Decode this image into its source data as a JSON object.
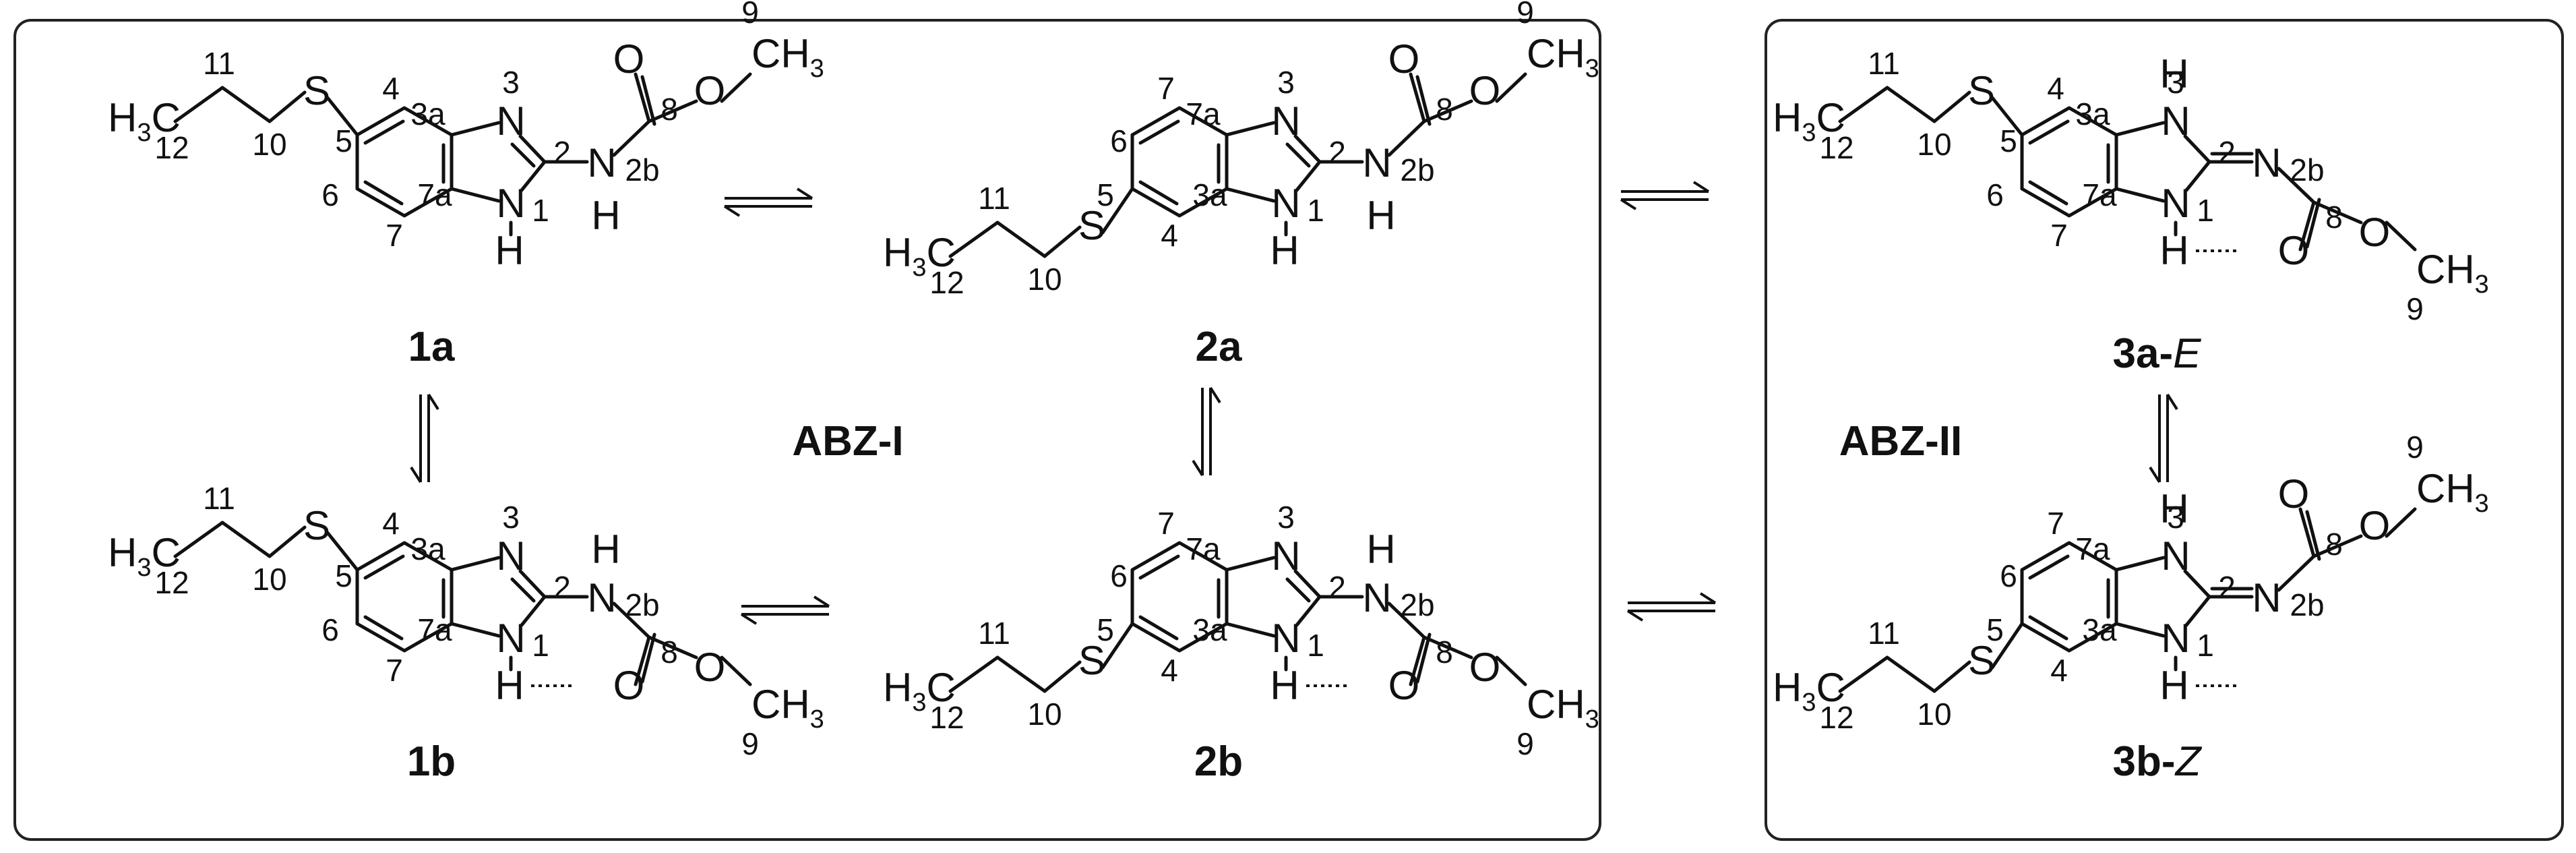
{
  "groups": {
    "left": "ABZ-I",
    "right": "ABZ-II"
  },
  "compounds": {
    "c1a": {
      "bold": "1a",
      "suffix": ""
    },
    "c2a": {
      "bold": "2a",
      "suffix": ""
    },
    "c1b": {
      "bold": "1b",
      "suffix": ""
    },
    "c2b": {
      "bold": "2b",
      "suffix": ""
    },
    "c3a": {
      "bold": "3a",
      "suffix": "-E"
    },
    "c3b": {
      "bold": "3b",
      "suffix": "-Z"
    }
  },
  "atoms": {
    "S": "S",
    "N": "N",
    "O": "O",
    "H": "H",
    "C": "C",
    "H3": "H",
    "CH3": "CH",
    "three": "3"
  },
  "locants": {
    "n1": "1",
    "n2": "2",
    "n3": "3",
    "n4": "4",
    "n5": "5",
    "n6": "6",
    "n7": "7",
    "n3a": "3a",
    "n7a": "7a",
    "n8": "8",
    "n9": "9",
    "n10": "10",
    "n11": "11",
    "n12": "12",
    "n2b": "2b"
  }
}
